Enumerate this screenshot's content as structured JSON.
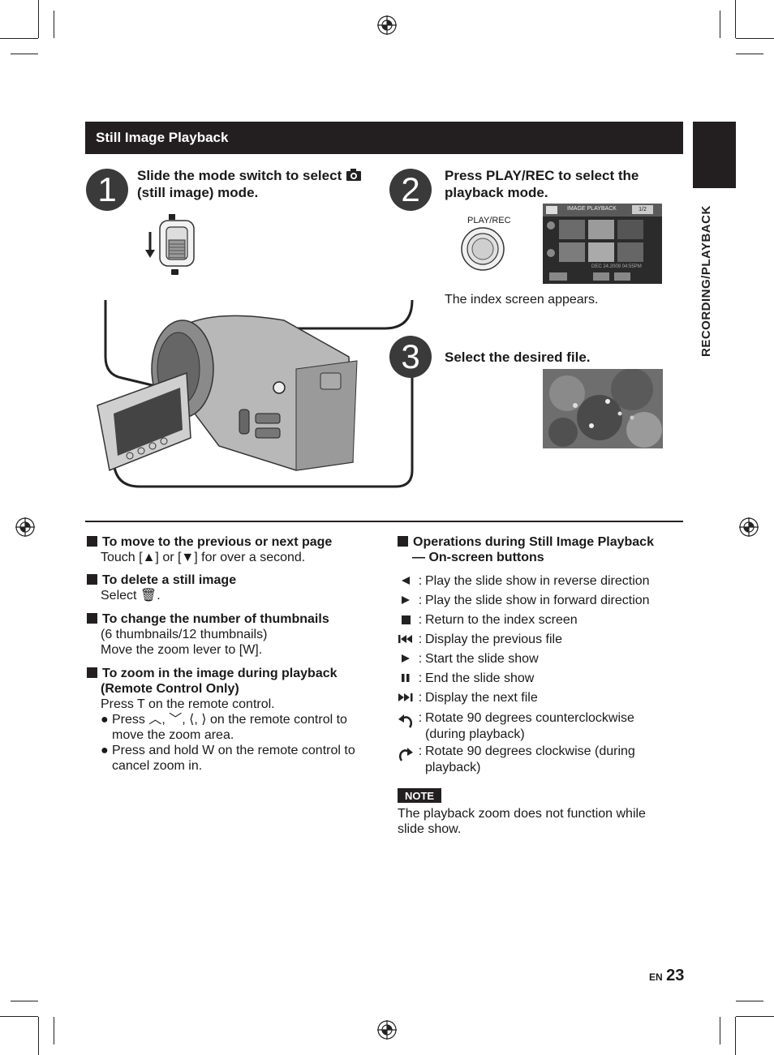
{
  "section": {
    "title": "Still Image Playback"
  },
  "side_label": "RECORDING/PLAYBACK",
  "steps": [
    {
      "number": "1",
      "title_line1": "Slide the mode switch to select",
      "title_line2": "(still image) mode."
    },
    {
      "number": "2",
      "title_line1": "Press PLAY/REC to select the",
      "title_line2": "playback mode.",
      "button_label": "PLAY/REC",
      "caption": "The index screen appears."
    },
    {
      "number": "3",
      "title_line1": "Select the desired file."
    }
  ],
  "index_screen": {
    "title": "IMAGE PLAYBACK",
    "page": "1/2",
    "date": "DEC 24.2009  04:55PM"
  },
  "left_items": [
    {
      "heading": "To move to the previous or next page",
      "lines": [
        "Touch [▲] or [▼] for over a second."
      ]
    },
    {
      "heading": "To delete a still image",
      "lines": [
        "Select 🗑."
      ]
    },
    {
      "heading": "To change the number of thumbnails",
      "lines": [
        "(6 thumbnails/12 thumbnails)",
        "Move the zoom lever to [W]."
      ]
    },
    {
      "heading": "To zoom in the image during playback",
      "heading2": "(Remote Control Only)",
      "lines": [
        "Press T on the remote control."
      ],
      "bullets": [
        "Press ︿, ﹀, ⟨, ⟩ on the remote control to move the zoom area.",
        "Press and hold W on the remote control to cancel zoom in."
      ]
    }
  ],
  "ops": {
    "heading": "Operations during Still Image Playback",
    "heading2": "— On-screen buttons",
    "items": [
      {
        "icon": "reverse-icon",
        "text": "Play the slide show in reverse direction"
      },
      {
        "icon": "forward-icon",
        "text": "Play the slide show in forward direction"
      },
      {
        "icon": "stop-icon",
        "text": "Return to the index screen"
      },
      {
        "icon": "previous-file-icon",
        "text": "Display the previous file"
      },
      {
        "icon": "play-icon",
        "text": "Start the slide show"
      },
      {
        "icon": "pause-icon",
        "text": "End the slide show"
      },
      {
        "icon": "next-file-icon",
        "text": "Display the next file"
      },
      {
        "icon": "rotate-ccw-icon",
        "text": "Rotate 90 degrees counterclockwise (during playback)"
      },
      {
        "icon": "rotate-cw-icon",
        "text": "Rotate 90 degrees clockwise (during playback)"
      }
    ]
  },
  "note": {
    "label": "NOTE",
    "text": "The playback zoom does not function while slide show."
  },
  "page": {
    "lang": "EN",
    "number": "23"
  }
}
